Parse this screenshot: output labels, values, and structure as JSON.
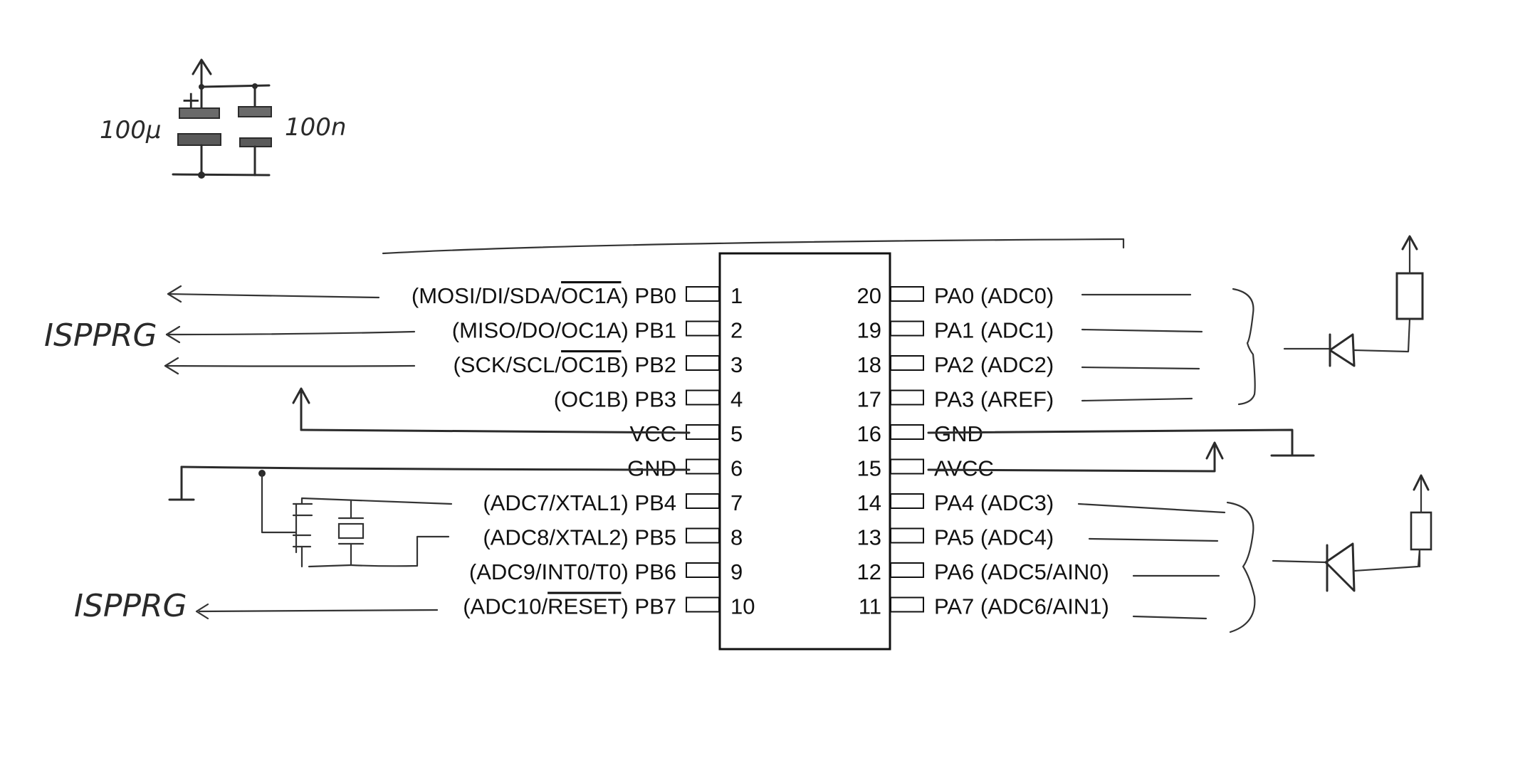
{
  "pins_left": [
    {
      "num": "1",
      "pre": "(MOSI/DI/SDA/",
      "over": "OC1A",
      "post": ") PB0"
    },
    {
      "num": "2",
      "pre": "(MISO/DO/OC1A) PB1",
      "over": "",
      "post": ""
    },
    {
      "num": "3",
      "pre": "(SCK/SCL/",
      "over": "OC1B",
      "post": ") PB2"
    },
    {
      "num": "4",
      "pre": "(OC1B) PB3",
      "over": "",
      "post": ""
    },
    {
      "num": "5",
      "pre": "VCC",
      "over": "",
      "post": ""
    },
    {
      "num": "6",
      "pre": "GND",
      "over": "",
      "post": ""
    },
    {
      "num": "7",
      "pre": "(ADC7/XTAL1) PB4",
      "over": "",
      "post": ""
    },
    {
      "num": "8",
      "pre": "(ADC8/XTAL2) PB5",
      "over": "",
      "post": ""
    },
    {
      "num": "9",
      "pre": "(ADC9/INT0/T0) PB6",
      "over": "",
      "post": ""
    },
    {
      "num": "10",
      "pre": "(ADC10/",
      "over": "RESET",
      "post": ") PB7"
    }
  ],
  "pins_right": [
    {
      "num": "20",
      "label": "PA0 (ADC0)"
    },
    {
      "num": "19",
      "label": "PA1 (ADC1)"
    },
    {
      "num": "18",
      "label": "PA2 (ADC2)"
    },
    {
      "num": "17",
      "label": "PA3 (AREF)"
    },
    {
      "num": "16",
      "label": "GND"
    },
    {
      "num": "15",
      "label": "AVCC"
    },
    {
      "num": "14",
      "label": "PA4 (ADC3)"
    },
    {
      "num": "13",
      "label": "PA5 (ADC4)"
    },
    {
      "num": "12",
      "label": "PA6 (ADC5/AIN0)"
    },
    {
      "num": "11",
      "label": "PA7 (ADC6/AIN1)"
    }
  ],
  "handwritten": {
    "isp_top": "ISPPRG",
    "isp_bottom": "ISPPRG",
    "cap_big": "100µ",
    "cap_small": "100n",
    "cap_plus": "+"
  }
}
